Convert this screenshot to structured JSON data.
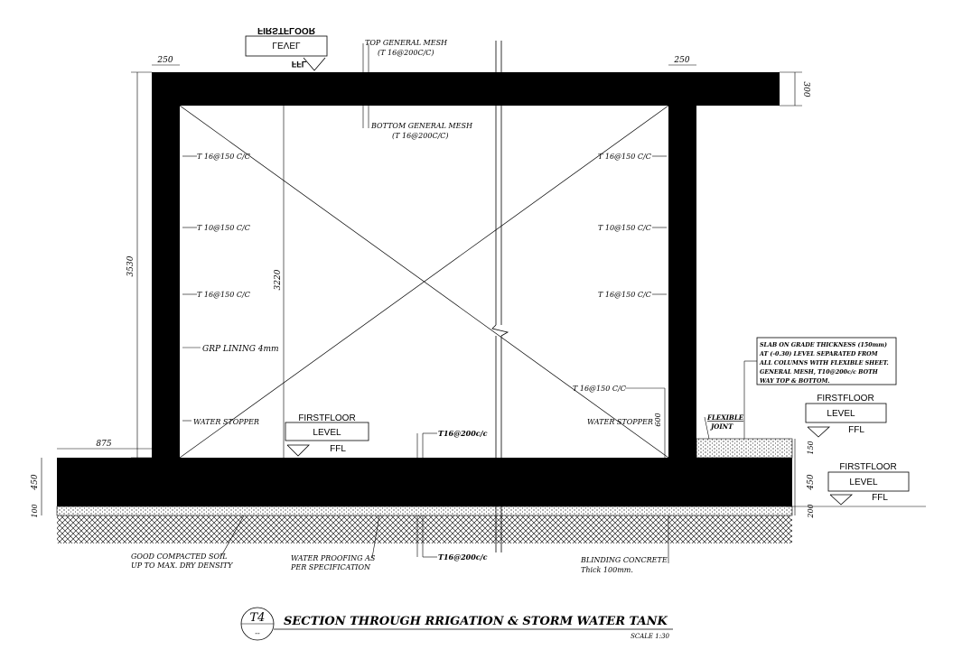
{
  "title": {
    "tag": "T4",
    "tag_sub": "--",
    "text": "SECTION THROUGH RRIGATION &  STORM WATER TANK",
    "scale": "SCALE 1:30"
  },
  "dimensions": {
    "left_wall_thickness": "250",
    "right_wall_thickness": "250",
    "roof_slab_thickness": "300",
    "overall_height": "3530",
    "internal_height": "3220",
    "base_projection": "875",
    "base_slab_thickness": "450",
    "blinding_thickness_left": "100",
    "right_base_thickness": "450",
    "right_blinding": "200",
    "slab_on_grade": "150",
    "stopper_height": "600"
  },
  "level_markers": {
    "top": {
      "line1": "FIRSTFLOOR",
      "line2": "LEVEL",
      "line3": "FFL"
    },
    "inside": {
      "line1": "FIRSTFLOOR",
      "line2": "LEVEL",
      "line3": "FFL"
    },
    "right_upper": {
      "line1": "FIRSTFLOOR",
      "line2": "LEVEL",
      "line3": "FFL"
    },
    "right_lower": {
      "line1": "FIRSTFLOOR",
      "line2": "LEVEL",
      "line3": "FFL"
    }
  },
  "annotations": {
    "top_mesh": "TOP GENERAL MESH",
    "top_mesh_spec": "(T 16@200C/C)",
    "bottom_mesh": "BOTTOM GENERAL MESH",
    "bottom_mesh_spec": "(T 16@200C/C)",
    "left_rebar_1": "T 16@150 C/C",
    "left_rebar_2": "T 10@150 C/C",
    "left_rebar_3": "T 16@150 C/C",
    "right_rebar_1": "T 16@150 C/C",
    "right_rebar_2": "T 10@150 C/C",
    "right_rebar_3": "T 16@150 C/C",
    "right_rebar_4": "T 16@150 C/C",
    "grp_lining": "GRP LINING 4mm",
    "water_stopper_left": "WATER STOPPER",
    "water_stopper_right": "WATER STOPPER",
    "base_rebar_top": "T16@200c/c",
    "base_rebar_bottom": "T16@200c/c",
    "flexible_joint_1": "FLEXIBLE",
    "flexible_joint_2": "JOINT",
    "slab_note_1": "SLAB ON GRADE THICKNESS (150mm)",
    "slab_note_2": "AT (-0.30) LEVEL SEPARATED FROM",
    "slab_note_3": "ALL COLUMNS WITH FLEXIBLE SHEET.",
    "slab_note_4": "GENERAL MESH, T10@200c/c BOTH",
    "slab_note_5": "WAY TOP & BOTTOM.",
    "soil_1": "GOOD COMPACTED SOIL",
    "soil_2": "UP TO  MAX. DRY DENSITY",
    "waterproof_1": "WATER PROOFING AS",
    "waterproof_2": "PER SPECIFICATION",
    "blinding_1": "BLINDING CONCRETE",
    "blinding_2": "Thick 100mm."
  },
  "colors": {
    "concrete": "#000000",
    "background": "#ffffff"
  }
}
